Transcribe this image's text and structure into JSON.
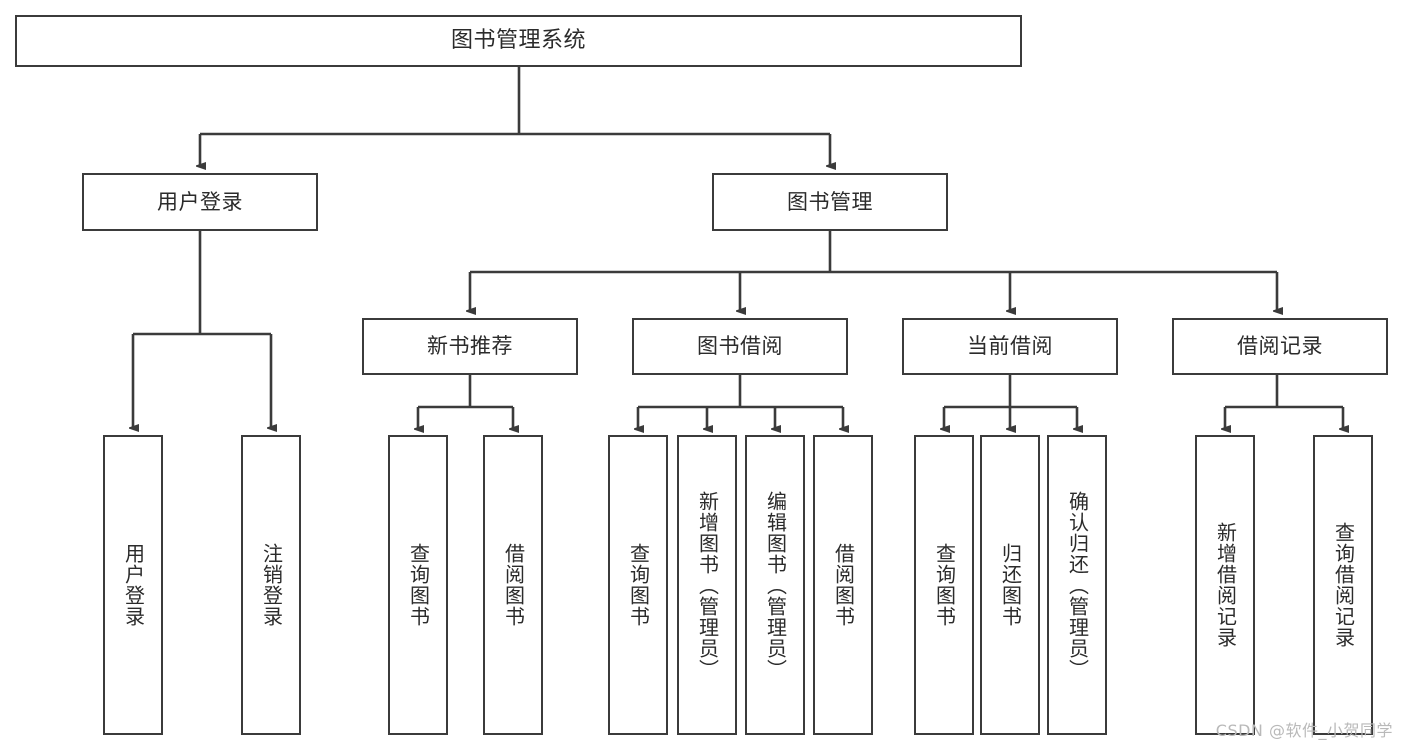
{
  "diagram": {
    "title": "图书管理系统",
    "type": "tree",
    "watermark": "CSDN @软件_小贺同学",
    "stroke_color": "#3b3b3b",
    "text_color": "#2b2b2b",
    "background_color": "#ffffff",
    "watermark_color": "#b9b9b9",
    "root": {
      "label": "图书管理系统",
      "children": [
        {
          "label": "用户登录",
          "children": [
            {
              "label": "用户登录"
            },
            {
              "label": "注销登录"
            }
          ]
        },
        {
          "label": "图书管理",
          "children": [
            {
              "label": "新书推荐",
              "children": [
                {
                  "label": "查询图书"
                },
                {
                  "label": "借阅图书"
                }
              ]
            },
            {
              "label": "图书借阅",
              "children": [
                {
                  "label": "查询图书"
                },
                {
                  "label": "新增图书（管理员）"
                },
                {
                  "label": "编辑图书（管理员）"
                },
                {
                  "label": "借阅图书"
                }
              ]
            },
            {
              "label": "当前借阅",
              "children": [
                {
                  "label": "查询图书"
                },
                {
                  "label": "归还图书"
                },
                {
                  "label": "确认归还（管理员）"
                }
              ]
            },
            {
              "label": "借阅记录",
              "children": [
                {
                  "label": "新增借阅记录"
                },
                {
                  "label": "查询借阅记录"
                }
              ]
            }
          ]
        }
      ]
    }
  }
}
